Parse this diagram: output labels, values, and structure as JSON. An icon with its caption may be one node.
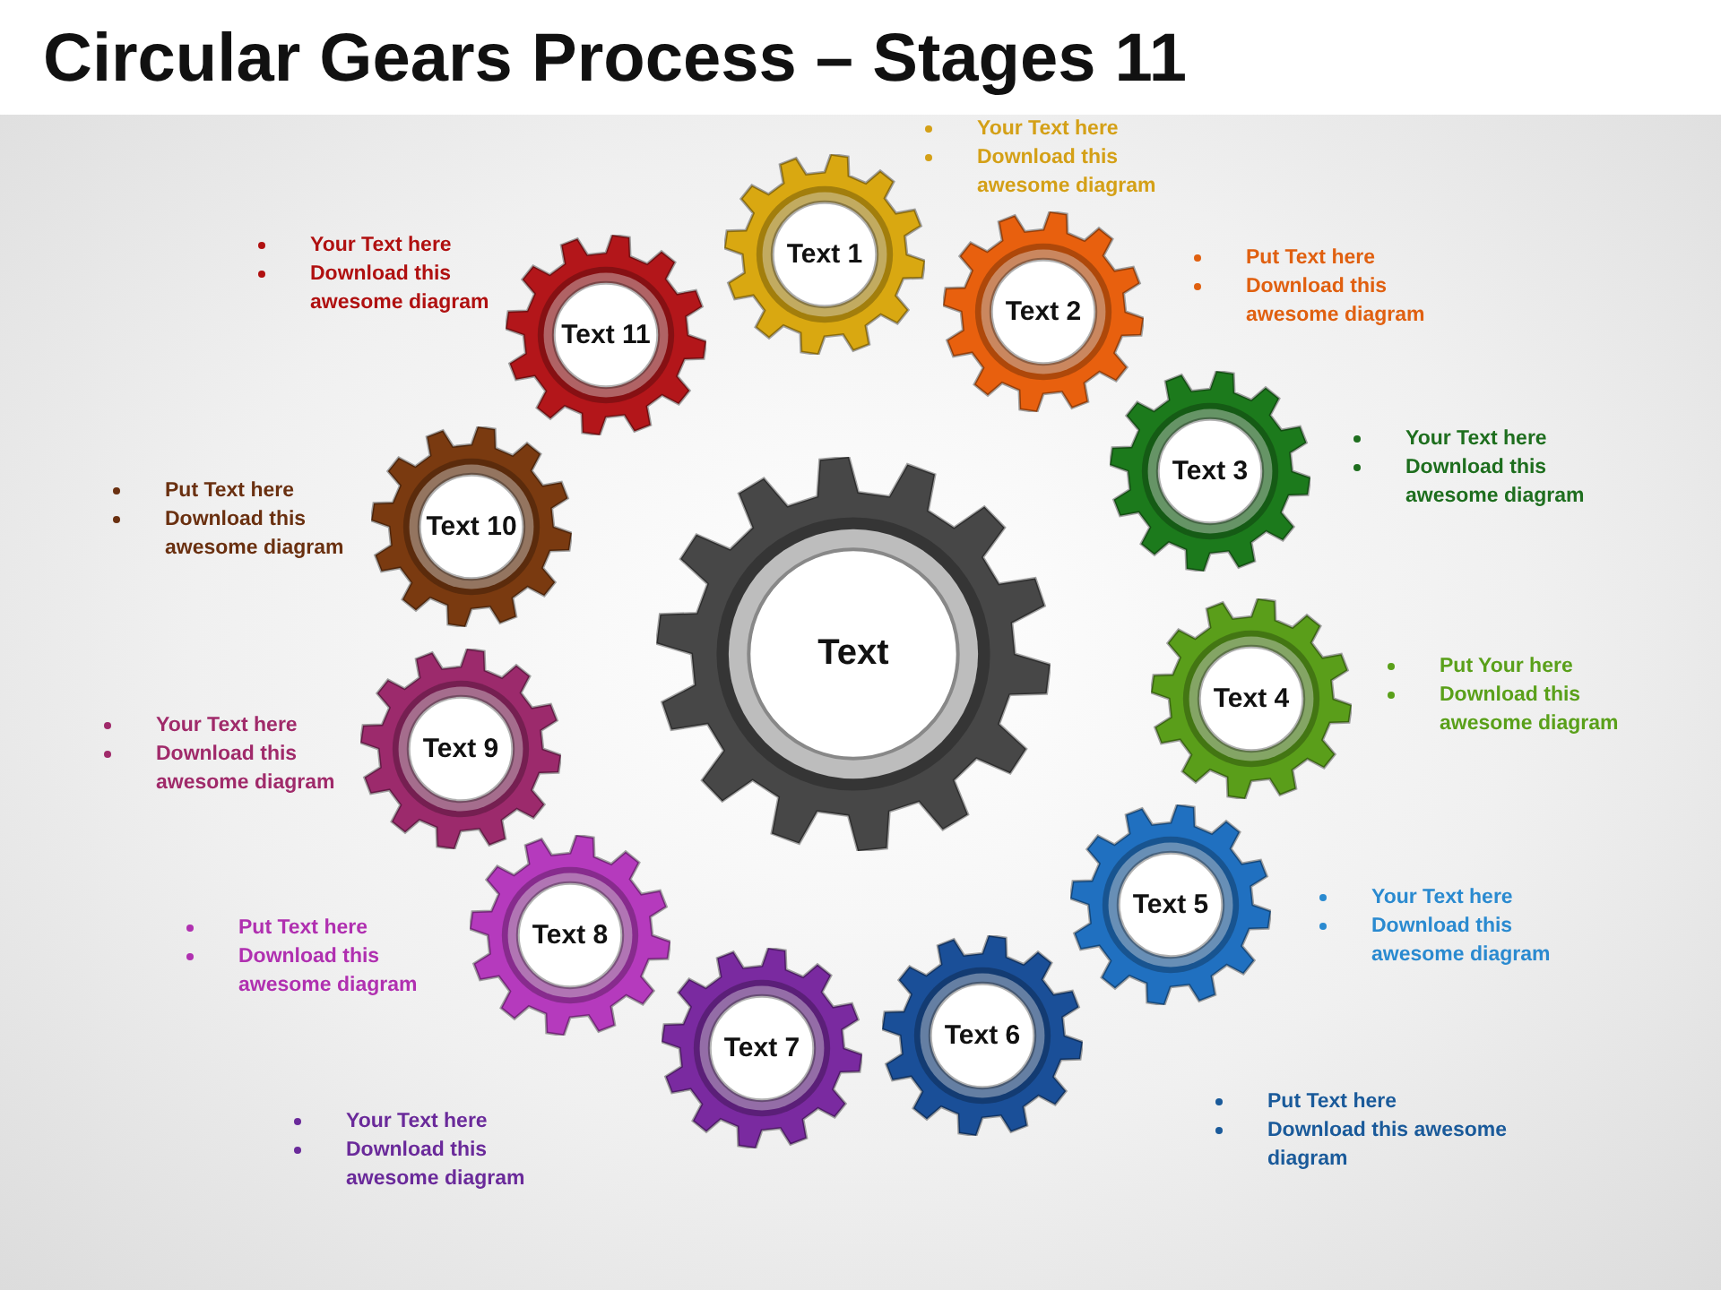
{
  "diagram": {
    "title": "Circular Gears Process – Stages 11",
    "nodes": [
      {
        "text": [
          "Text"
        ]
      },
      {
        "text": [
          "Text 1"
        ],
        "beside": [
          "Your Text here",
          "Download this awesome diagram"
        ]
      },
      {
        "text": [
          "Text 2"
        ],
        "beside": [
          "Put Text here",
          "Download this awesome diagram"
        ]
      },
      {
        "text": [
          "Text 3"
        ],
        "beside": [
          "Your Text here",
          "Download this awesome diagram"
        ]
      },
      {
        "text": [
          "Text 4"
        ],
        "beside": [
          "Put Your here",
          "Download this awesome diagram"
        ]
      },
      {
        "text": [
          "Text 5"
        ],
        "beside": [
          "Your Text here",
          "Download this awesome diagram"
        ]
      },
      {
        "text": [
          "Text 6"
        ],
        "beside": [
          "Put Text here",
          "Download this awesome diagram"
        ]
      },
      {
        "text": [
          "Text 7"
        ],
        "beside": [
          "Your Text here",
          "Download this awesome diagram"
        ]
      },
      {
        "text": [
          "Text 8"
        ],
        "beside": [
          "Put Text here",
          "Download this awesome diagram"
        ]
      },
      {
        "text": [
          "Text 9"
        ],
        "beside": [
          "Your Text here",
          "Download this awesome diagram"
        ]
      },
      {
        "text": [
          "Text 10"
        ],
        "beside": [
          "Put Text here",
          "Download this awesome diagram"
        ]
      },
      {
        "text": [
          "Text 11"
        ],
        "beside": [
          "Your Text here",
          "Download this awesome diagram"
        ]
      }
    ],
    "edges": []
  }
}
